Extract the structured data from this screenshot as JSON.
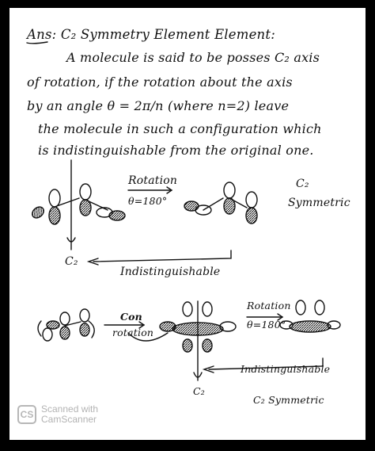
{
  "heading": "Ans: C₂ Symmetry Element Element:",
  "body_lines": [
    "A molecule is said to be posses C₂ axis",
    "of rotation, if the rotation about the axis",
    "by an angle θ = 2π/n (where n=2) leave",
    "the molecule in such a configuration which",
    "is indistinguishable from the original one."
  ],
  "diagram1": {
    "rotation_label": "Rotation",
    "angle_label": "θ=180°",
    "c2_right": "C₂",
    "symmetric_label": "Symmetric",
    "axis_label": "C₂",
    "indist_label": "Indistinguishable"
  },
  "diagram2": {
    "con_label": "Con",
    "rotation_label": "rotation",
    "rotation2_label": "Rotation",
    "angle_label": "θ=180°",
    "indist_label": "Indistinguishable",
    "axis_label": "C₂",
    "symmetric_label": "C₂ Symmetric"
  },
  "watermark": {
    "logo_text": "CS",
    "line1": "Scanned with",
    "line2": "CamScanner"
  }
}
